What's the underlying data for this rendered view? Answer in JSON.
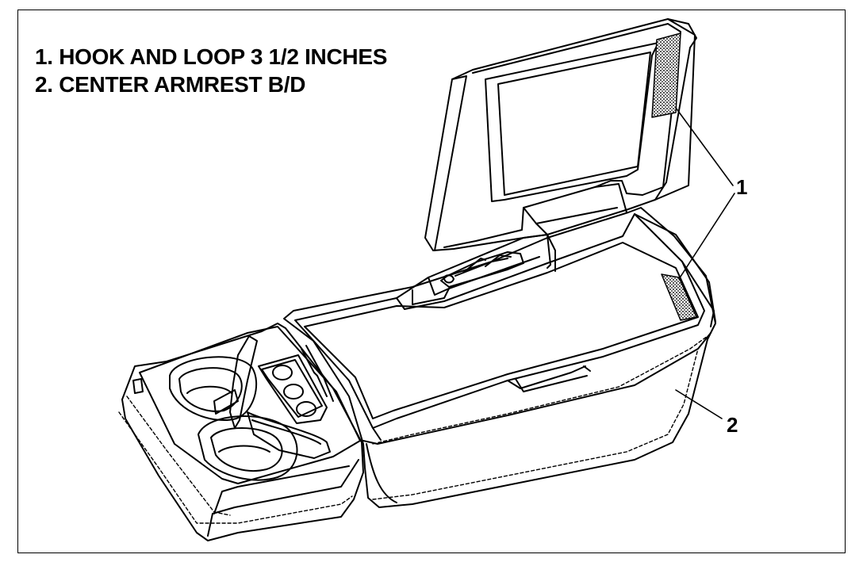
{
  "legend": {
    "item_1": "1. HOOK AND LOOP 3 1/2 INCHES",
    "item_2": "2. CENTER ARMREST B/D"
  },
  "callouts": {
    "label_1": "1",
    "label_2": "2"
  },
  "colors": {
    "line": "#000000",
    "background": "#ffffff",
    "hook_loop_fill": "#9a9a9a"
  }
}
